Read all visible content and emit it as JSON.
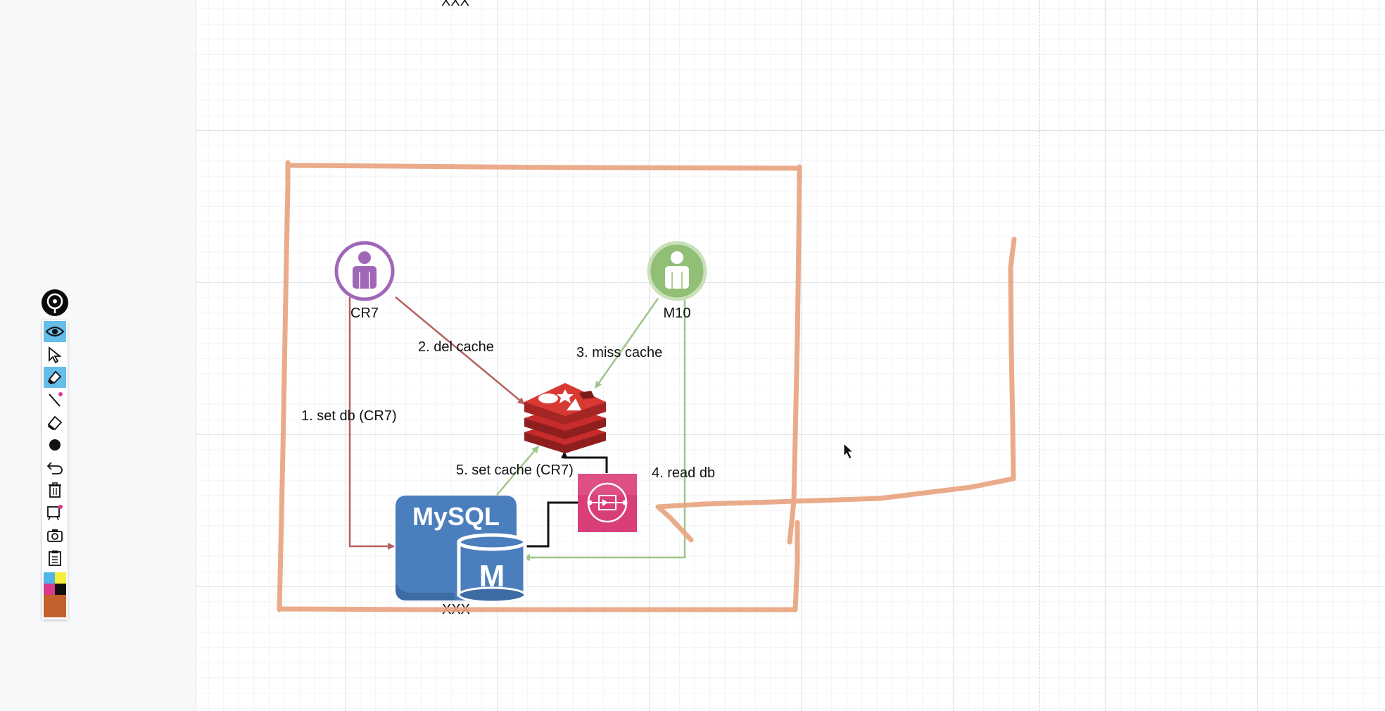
{
  "diagram": {
    "top_label": "XXX",
    "nodes": {
      "user_cr7": "CR7",
      "user_m10": "M10",
      "mysql_logo": "MySQL",
      "mysql_badge": "M",
      "mysql_label": "XXX"
    },
    "edges": {
      "set_db": "1. set db (CR7)",
      "del_cache": "2. del cache",
      "miss_cache": "3. miss cache",
      "read_db": "4. read db",
      "set_cache": "5. set cache (CR7)"
    }
  },
  "toolbar": {
    "tools": [
      "eye-icon",
      "pointer-icon",
      "highlighter-icon",
      "pen-icon",
      "eraser-icon",
      "dot-icon",
      "undo-icon",
      "trash-icon",
      "board-icon",
      "camera-icon",
      "clipboard-icon"
    ],
    "active_tools": [
      "eye-icon",
      "highlighter-icon"
    ],
    "palette": [
      "#4fb4e8",
      "#f5ee3a",
      "#d93a8c",
      "#111111"
    ],
    "current_color": "#c4602c"
  },
  "colors": {
    "annotation": "#e8a27e",
    "edge_red": "#b5615f",
    "edge_green": "#9fc58a",
    "user_purple": "#a066b8",
    "user_green": "#92bf76",
    "mysql_blue": "#4a7ebd",
    "redis_red": "#c82b2b",
    "queue_pink": "#d83e78"
  }
}
